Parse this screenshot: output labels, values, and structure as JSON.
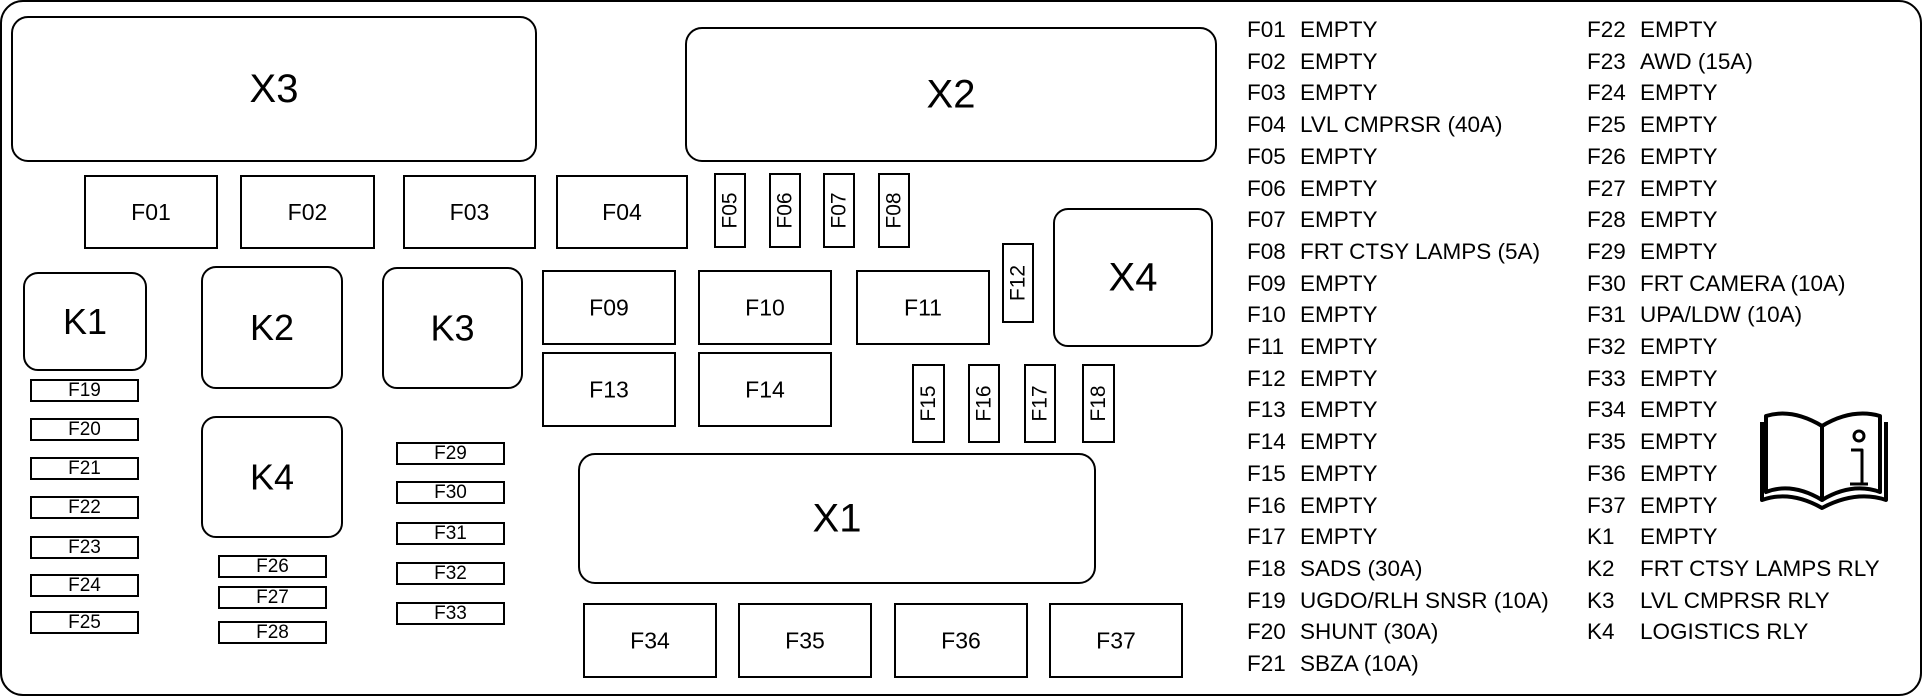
{
  "components": {
    "X1": "X1",
    "X2": "X2",
    "X3": "X3",
    "X4": "X4",
    "K1": "K1",
    "K2": "K2",
    "K3": "K3",
    "K4": "K4",
    "F01": "F01",
    "F02": "F02",
    "F03": "F03",
    "F04": "F04",
    "F05": "F05",
    "F06": "F06",
    "F07": "F07",
    "F08": "F08",
    "F09": "F09",
    "F10": "F10",
    "F11": "F11",
    "F12": "F12",
    "F13": "F13",
    "F14": "F14",
    "F15": "F15",
    "F16": "F16",
    "F17": "F17",
    "F18": "F18",
    "F19": "F19",
    "F20": "F20",
    "F21": "F21",
    "F22": "F22",
    "F23": "F23",
    "F24": "F24",
    "F25": "F25",
    "F26": "F26",
    "F27": "F27",
    "F28": "F28",
    "F29": "F29",
    "F30": "F30",
    "F31": "F31",
    "F32": "F32",
    "F33": "F33",
    "F34": "F34",
    "F35": "F35",
    "F36": "F36",
    "F37": "F37"
  },
  "legend": {
    "left": [
      {
        "code": "F01",
        "desc": "EMPTY"
      },
      {
        "code": "F02",
        "desc": "EMPTY"
      },
      {
        "code": "F03",
        "desc": "EMPTY"
      },
      {
        "code": "F04",
        "desc": "LVL CMPRSR (40A)"
      },
      {
        "code": "F05",
        "desc": "EMPTY"
      },
      {
        "code": "F06",
        "desc": "EMPTY"
      },
      {
        "code": "F07",
        "desc": "EMPTY"
      },
      {
        "code": "F08",
        "desc": "FRT CTSY LAMPS (5A)"
      },
      {
        "code": "F09",
        "desc": "EMPTY"
      },
      {
        "code": "F10",
        "desc": "EMPTY"
      },
      {
        "code": "F11",
        "desc": "EMPTY"
      },
      {
        "code": "F12",
        "desc": "EMPTY"
      },
      {
        "code": "F13",
        "desc": "EMPTY"
      },
      {
        "code": "F14",
        "desc": "EMPTY"
      },
      {
        "code": "F15",
        "desc": "EMPTY"
      },
      {
        "code": "F16",
        "desc": "EMPTY"
      },
      {
        "code": "F17",
        "desc": "EMPTY"
      },
      {
        "code": "F18",
        "desc": "SADS (30A)"
      },
      {
        "code": "F19",
        "desc": "UGDO/RLH SNSR (10A)"
      },
      {
        "code": "F20",
        "desc": "SHUNT (30A)"
      },
      {
        "code": "F21",
        "desc": "SBZA (10A)"
      }
    ],
    "right": [
      {
        "code": "F22",
        "desc": "EMPTY"
      },
      {
        "code": "F23",
        "desc": "AWD (15A)"
      },
      {
        "code": "F24",
        "desc": "EMPTY"
      },
      {
        "code": "F25",
        "desc": "EMPTY"
      },
      {
        "code": "F26",
        "desc": "EMPTY"
      },
      {
        "code": "F27",
        "desc": "EMPTY"
      },
      {
        "code": "F28",
        "desc": "EMPTY"
      },
      {
        "code": "F29",
        "desc": "EMPTY"
      },
      {
        "code": "F30",
        "desc": "FRT CAMERA (10A)"
      },
      {
        "code": "F31",
        "desc": "UPA/LDW (10A)"
      },
      {
        "code": "F32",
        "desc": "EMPTY"
      },
      {
        "code": "F33",
        "desc": "EMPTY"
      },
      {
        "code": "F34",
        "desc": "EMPTY"
      },
      {
        "code": "F35",
        "desc": "EMPTY"
      },
      {
        "code": "F36",
        "desc": "EMPTY"
      },
      {
        "code": "F37",
        "desc": "EMPTY"
      },
      {
        "code": "K1",
        "desc": "EMPTY"
      },
      {
        "code": "K2",
        "desc": "FRT CTSY LAMPS RLY"
      },
      {
        "code": "K3",
        "desc": "LVL CMPRSR RLY"
      },
      {
        "code": "K4",
        "desc": "LOGISTICS RLY"
      }
    ]
  },
  "icons": {
    "manual": "owner-manual-info-icon"
  }
}
